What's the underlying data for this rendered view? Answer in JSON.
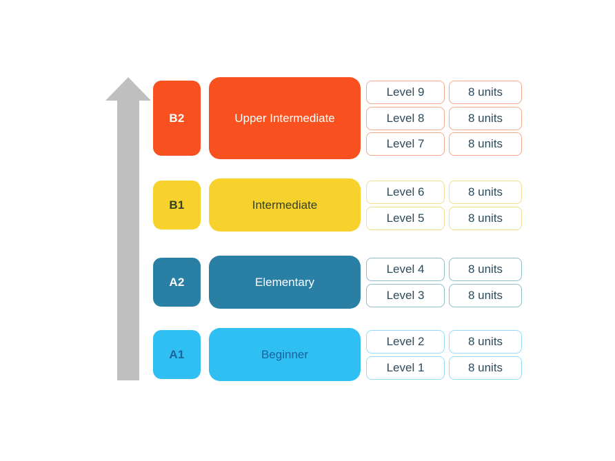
{
  "colors": {
    "background": "#FFFFFF",
    "arrow": "#BFBFBF",
    "level_text": "#2C4A5A"
  },
  "arrow": {
    "direction": "up"
  },
  "rows": [
    {
      "code": "B2",
      "name": "Upper Intermediate",
      "fill": "#F8511F",
      "border": "#F2A98A",
      "label_color": "#FFFFFF",
      "levels": [
        {
          "label": "Level 9",
          "units": "8 units"
        },
        {
          "label": "Level 8",
          "units": "8 units"
        },
        {
          "label": "Level 7",
          "units": "8 units"
        }
      ]
    },
    {
      "code": "B1",
      "name": "Intermediate",
      "fill": "#F8D22C",
      "border": "#F2DE8C",
      "label_color": "#33411C",
      "levels": [
        {
          "label": "Level 6",
          "units": "8 units"
        },
        {
          "label": "Level 5",
          "units": "8 units"
        }
      ]
    },
    {
      "code": "A2",
      "name": "Elementary",
      "fill": "#2A7FA5",
      "border": "#8FBCCB",
      "label_color": "#FFFFFF",
      "levels": [
        {
          "label": "Level 4",
          "units": "8 units"
        },
        {
          "label": "Level 3",
          "units": "8 units"
        }
      ]
    },
    {
      "code": "A1",
      "name": "Beginner",
      "fill": "#30BFF2",
      "border": "#90DCF6",
      "label_color": "#1A639B",
      "levels": [
        {
          "label": "Level 2",
          "units": "8 units"
        },
        {
          "label": "Level 1",
          "units": "8 units"
        }
      ]
    }
  ]
}
